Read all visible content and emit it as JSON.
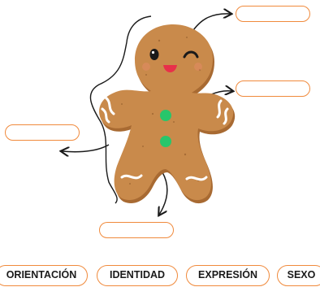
{
  "labels": {
    "chips": [
      {
        "text": "ORIENTACIÓN"
      },
      {
        "text": "IDENTIDAD"
      },
      {
        "text": "EXPRESIÓN"
      },
      {
        "text": "SEXO"
      }
    ]
  },
  "colors": {
    "cookie": "#c98a4b",
    "cookie_shadow": "#a86a32",
    "icing": "#ffffff",
    "button": "#27c66b",
    "accent_orange": "#f08a3c",
    "mouth": "#e8304a"
  }
}
